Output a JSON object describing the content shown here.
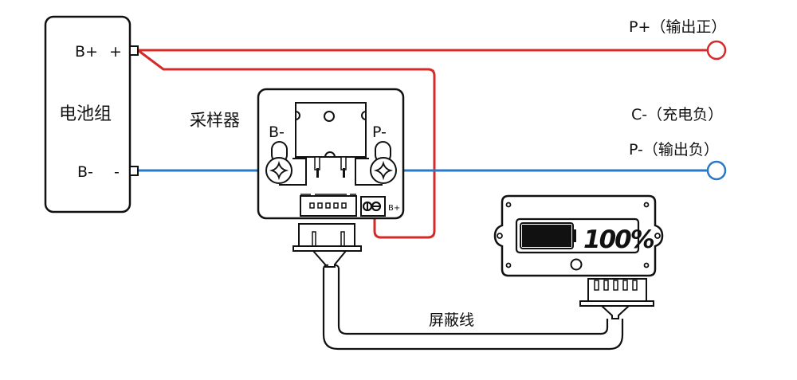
{
  "battery_pack": {
    "title": "电池组",
    "pos_terminal": "B+",
    "pos_sign": "+",
    "neg_terminal": "B-",
    "neg_sign": "-"
  },
  "sampler": {
    "title": "采样器",
    "left_terminal": "B-",
    "right_terminal": "P-",
    "bplus_label": "B+",
    "connector_pins": 5
  },
  "outputs": {
    "p_plus": "P+（输出正）",
    "c_minus": "C-（充电负）",
    "p_minus": "P-（输出负）"
  },
  "display": {
    "battery_fill": 1.0,
    "reading": "100%",
    "connector_pins": 5
  },
  "cable": {
    "label": "屏蔽线"
  },
  "colors": {
    "positive_wire": "#d42a2a",
    "negative_wire": "#2a78c8",
    "outline": "#111111"
  }
}
